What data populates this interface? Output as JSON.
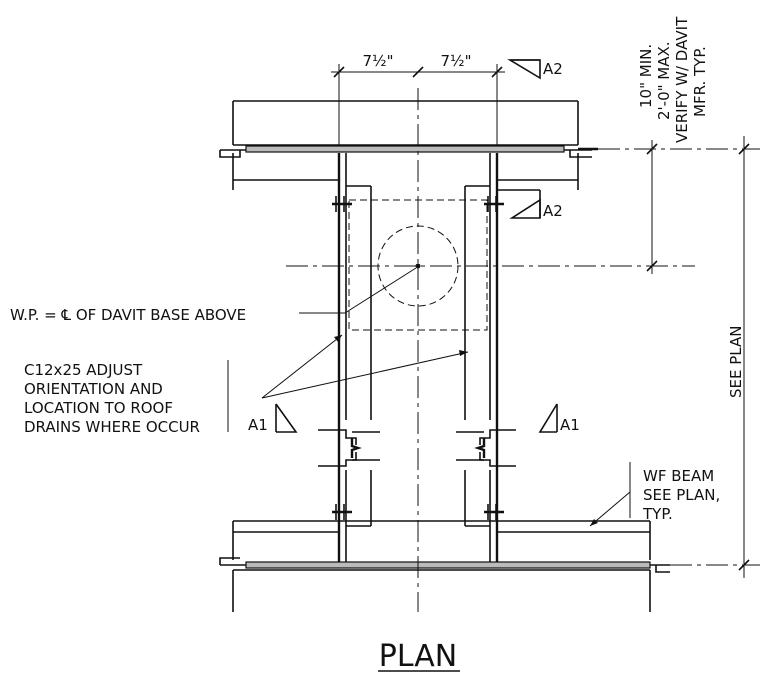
{
  "dimensions": {
    "left_spacing": "7½\"",
    "right_spacing": "7½\"",
    "vertical_note_line1": "10\" MIN.",
    "vertical_note_line2": "2'-0\" MAX.",
    "vertical_note_line3": "VERIFY W/ DAVIT",
    "vertical_note_line4": "MFR. TYP.",
    "see_plan_vertical": "SEE PLAN"
  },
  "section_marks": {
    "top": "A2",
    "upper_right": "A2",
    "left": "A1",
    "right": "A1"
  },
  "callouts": {
    "work_point": "W.P. = ℄ OF DAVIT BASE ABOVE",
    "channel_line1": "C12x25 ADJUST",
    "channel_line2": "ORIENTATION AND",
    "channel_line3": "LOCATION TO ROOF",
    "channel_line4": "DRAINS WHERE OCCUR",
    "beam_line1": "WF BEAM",
    "beam_line2": "SEE PLAN,",
    "beam_line3": "TYP."
  },
  "title": "PLAN"
}
